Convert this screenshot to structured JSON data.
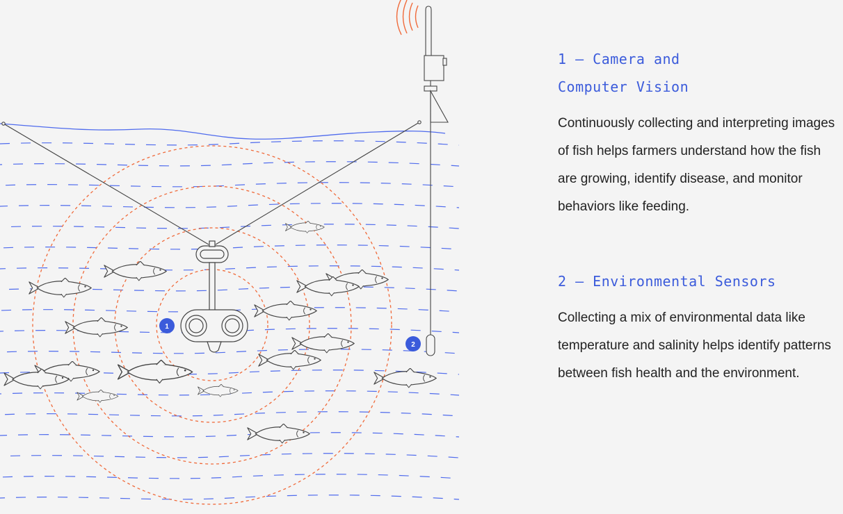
{
  "colors": {
    "background": "#f4f4f4",
    "water": "#4f6bed",
    "rings": "#f06a3a",
    "outline": "#444444",
    "marker": "#3b5bdb",
    "heading": "#3b5bdb",
    "body": "#222222"
  },
  "markers": [
    {
      "label": "1"
    },
    {
      "label": "2"
    }
  ],
  "sections": [
    {
      "heading_line1": "1 – Camera and",
      "heading_line2": "Computer Vision",
      "body": "Continuously collecting and interpreting images of fish helps farmers understand how the fish are growing, identify disease, and monitor behaviors like feeding."
    },
    {
      "heading_line1": "2 – Environmental Sensors",
      "body": "Collecting a mix of environmental data like temperature and salinity helps identify patterns between fish health and the environment."
    }
  ]
}
